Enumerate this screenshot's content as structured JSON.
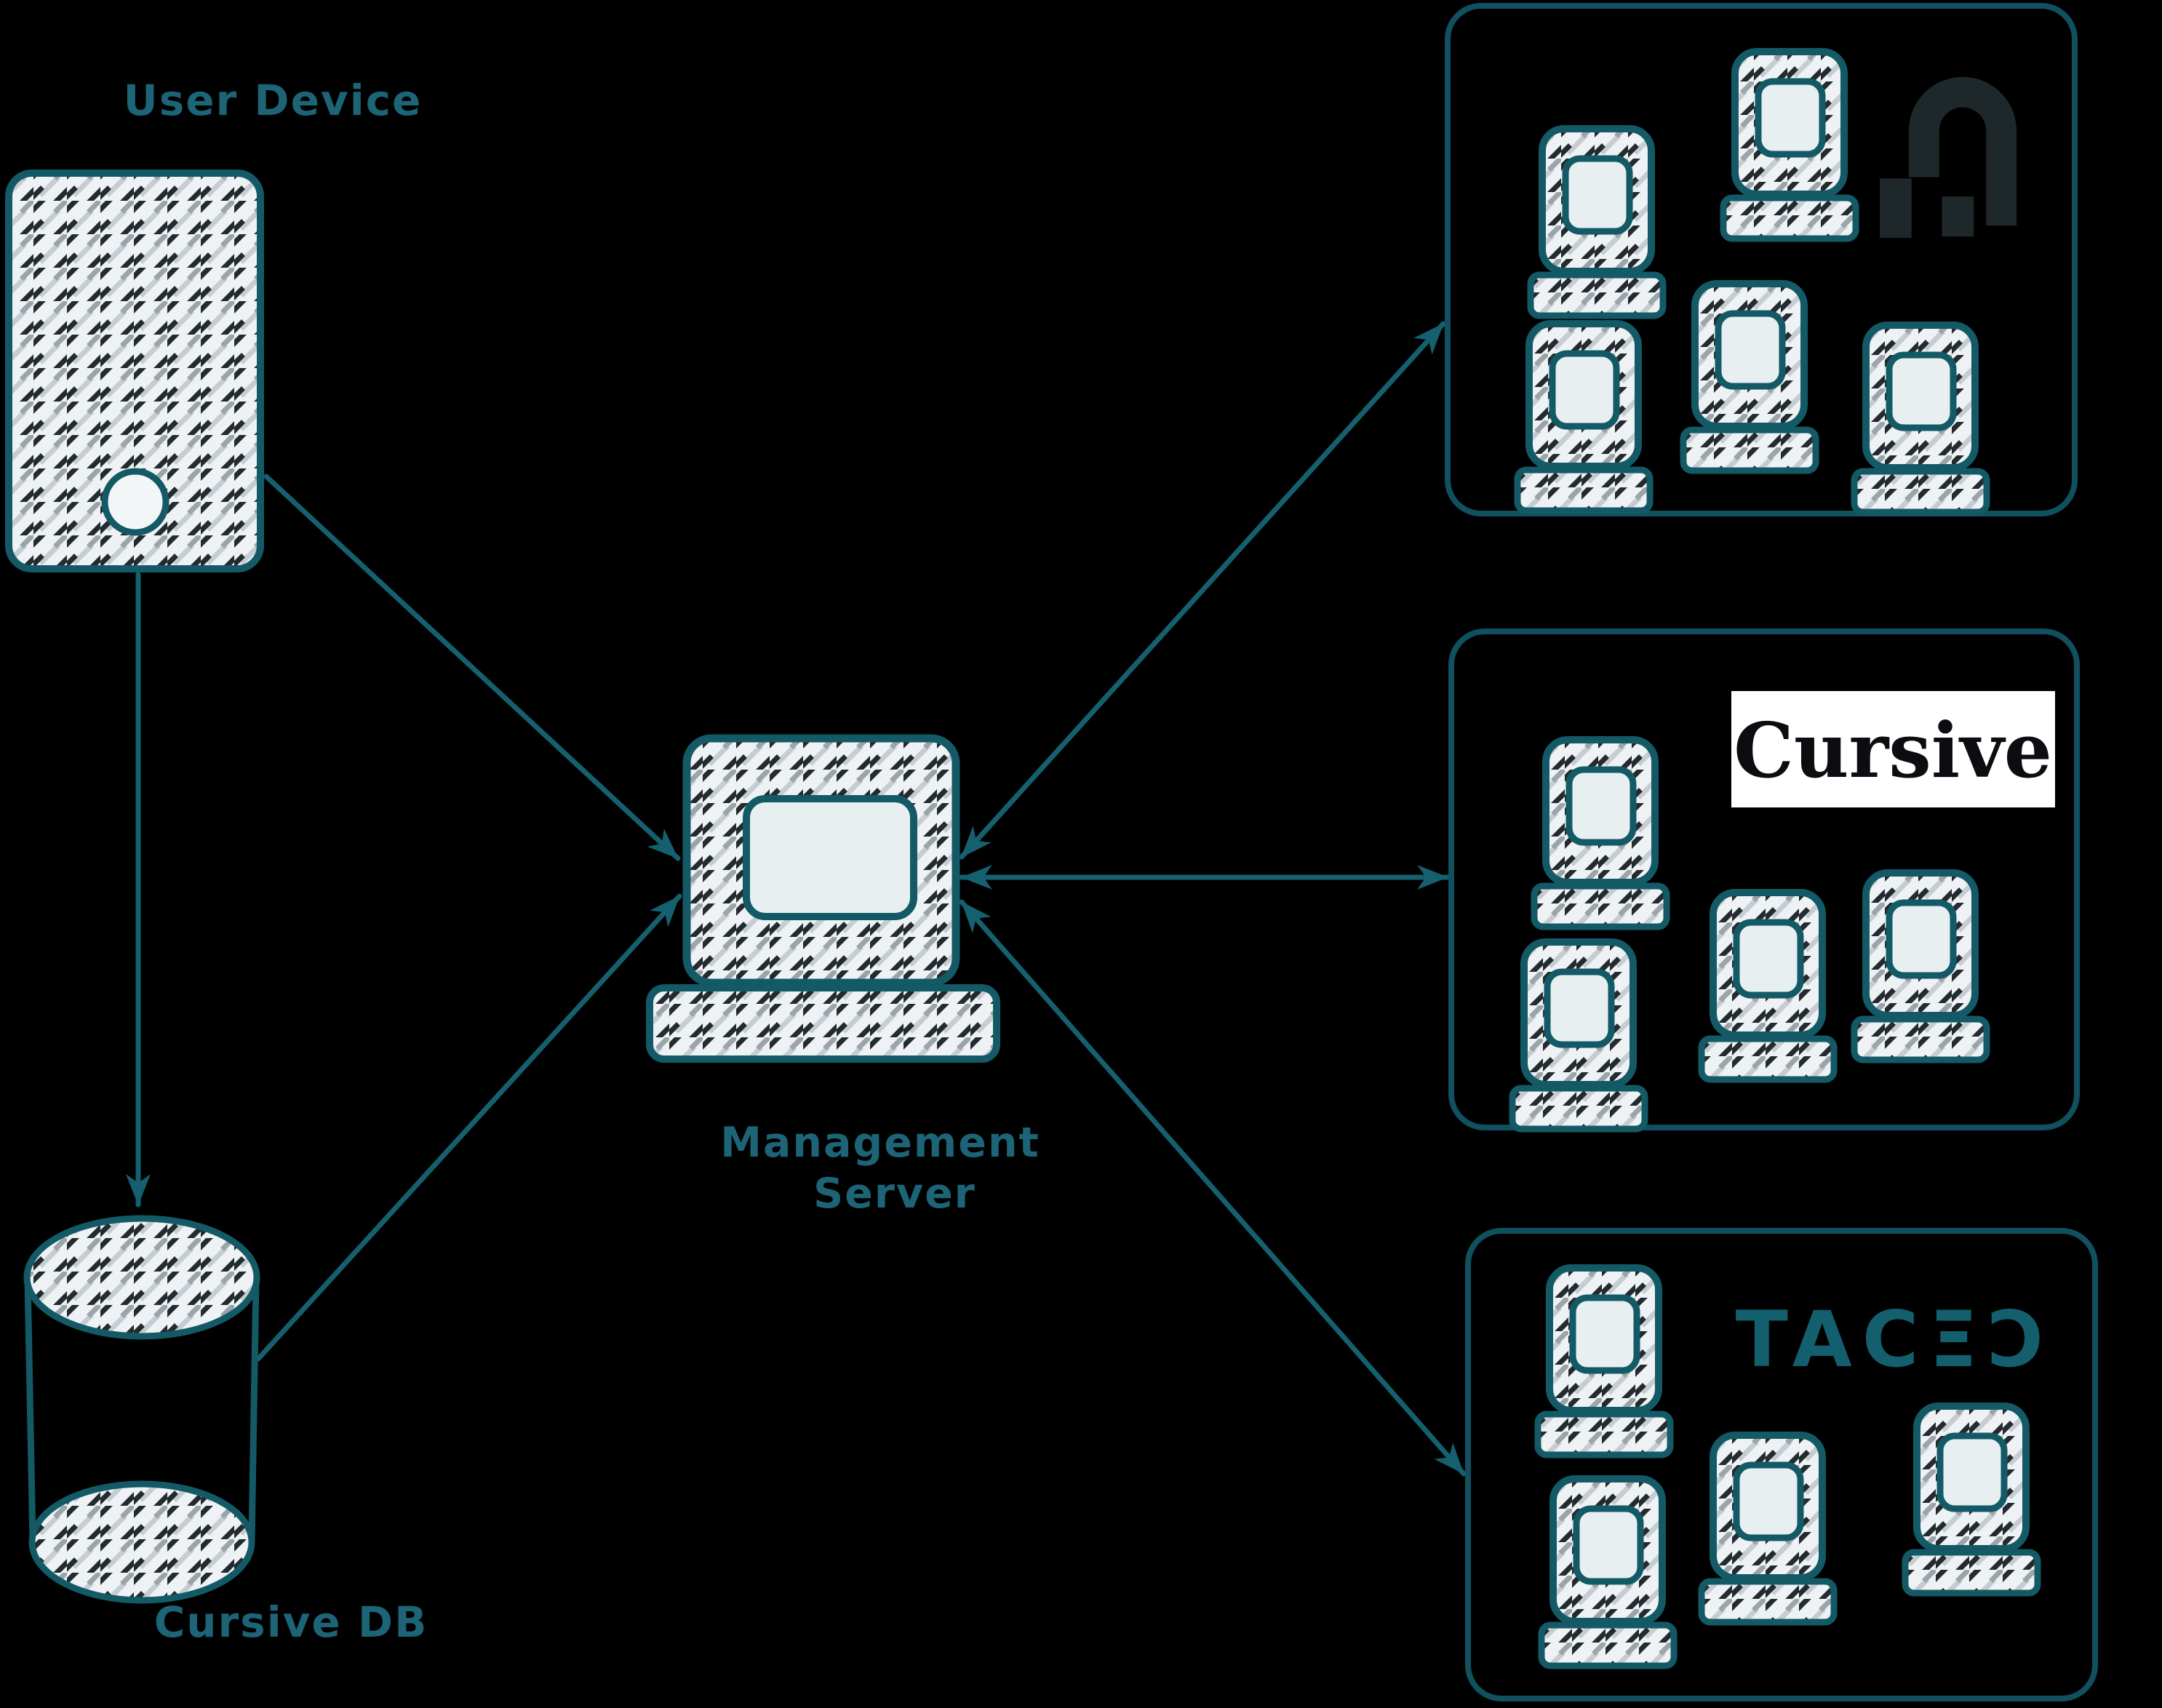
{
  "diagram": {
    "type": "architecture-sketch",
    "background_color": "#000000",
    "ink_color": "#15606f",
    "label_color": "#1c6476",
    "shape_fill_color": "#eef2f4",
    "hatch_dark_color": "#232b2e",
    "hatch_light_color": "#c6cdd2",
    "dark_logo_color": "#1e282b",
    "cursive_logo_bg": "#ffffff",
    "cursive_logo_text_color": "#0b0d10",
    "taceo_logo_color": "#135f6d"
  },
  "nodes": {
    "user_device": {
      "label": "User Device",
      "icon": "smartphone-icon"
    },
    "cursive_db": {
      "label": "Cursive DB",
      "icon": "database-icon"
    },
    "management_server": {
      "label_line1": "Management",
      "label_line2": "Server",
      "icon": "server-icon"
    }
  },
  "clusters": [
    {
      "id": "cluster-top",
      "logo": "arch-logo",
      "logo_text": "",
      "computer_count": 5
    },
    {
      "id": "cluster-middle",
      "logo": "cursive-wordmark",
      "logo_text": "Cursive",
      "computer_count": 4
    },
    {
      "id": "cluster-bottom",
      "logo": "taceo-wordmark",
      "logo_text": "TACΞƆ",
      "computer_count": 4
    }
  ],
  "connections": [
    {
      "from": "user-device",
      "to": "management-server",
      "arrow": "one-way"
    },
    {
      "from": "user-device",
      "to": "cursive-db",
      "arrow": "one-way"
    },
    {
      "from": "cursive-db",
      "to": "management-server",
      "arrow": "one-way"
    },
    {
      "from": "management-server",
      "to": "cluster-top",
      "arrow": "two-way"
    },
    {
      "from": "management-server",
      "to": "cluster-middle",
      "arrow": "two-way"
    },
    {
      "from": "management-server",
      "to": "cluster-bottom",
      "arrow": "two-way"
    }
  ]
}
